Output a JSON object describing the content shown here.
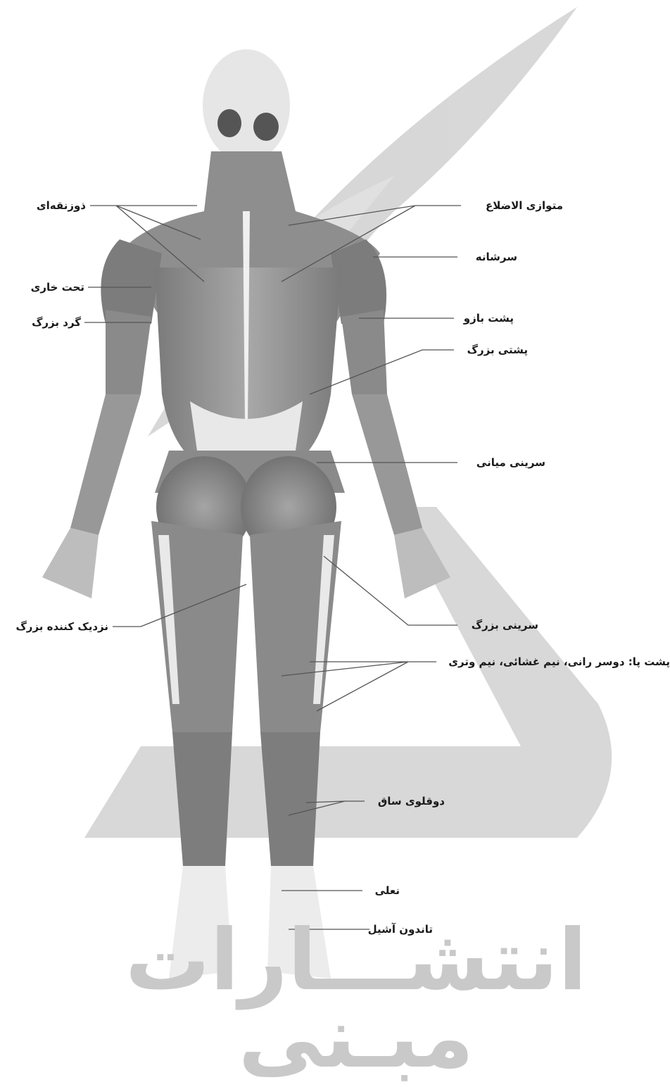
{
  "labels": {
    "trapezius": "ذوزنقه‌ای",
    "rhomboids": "متوازی الاضلاع",
    "deltoid": "سرشانه",
    "infraspinatus": "تحت خاری",
    "teres_major": "گرد بزرگ",
    "triceps": "پشت بازو",
    "latissimus": "پشتی بزرگ",
    "gluteus_medius": "سرینی میانی",
    "adductor_magnus": "نزدیک کننده بزرگ",
    "gluteus_maximus": "سرینی بزرگ",
    "hamstrings": "پشت پا: دوسر رانی، نیم غشائی، نیم وتری",
    "gastrocnemius": "دوقلوی ساق",
    "soleus": "نعلی",
    "achilles": "تاندون آشیل"
  },
  "watermark": {
    "text": "انتشـــارات مبـنی",
    "color": "#c9c9c9"
  },
  "colors": {
    "muscle_dark": "#6e6e6e",
    "muscle_mid": "#9a9a9a",
    "muscle_light": "#c4c4c4",
    "tendon": "#f2f2f2",
    "leader_line": "#555555",
    "watermark_shape": "#bdbdbd"
  }
}
